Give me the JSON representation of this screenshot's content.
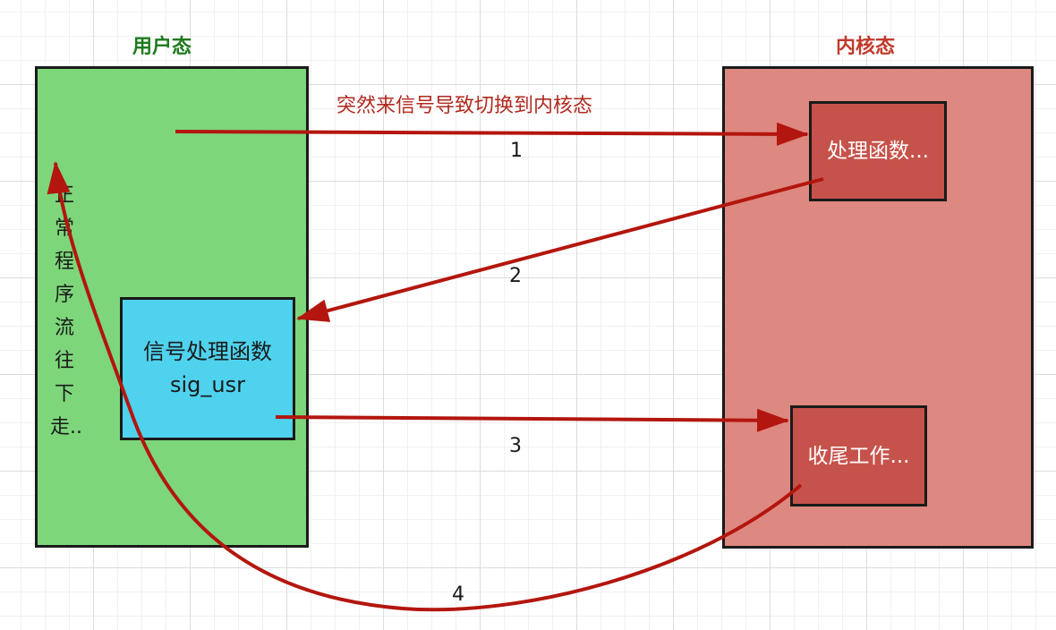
{
  "regions": {
    "user_mode": "用户态",
    "kernel_mode": "内核态"
  },
  "vertical_label": "正常程序流往下走..",
  "boxes": {
    "signal_handler": "信号处理函数sig_usr",
    "kernel_handler": "处理函数...",
    "kernel_cleanup": "收尾工作..."
  },
  "caption": "突然来信号导致切换到内核态",
  "steps": [
    "1",
    "2",
    "3",
    "4"
  ],
  "colors": {
    "arrow": "#b3160e",
    "user_region": "#7dd67a",
    "kernel_region": "#dd8880",
    "signal_handler_box": "#4fd2ee",
    "kernel_box": "#c6534b"
  }
}
